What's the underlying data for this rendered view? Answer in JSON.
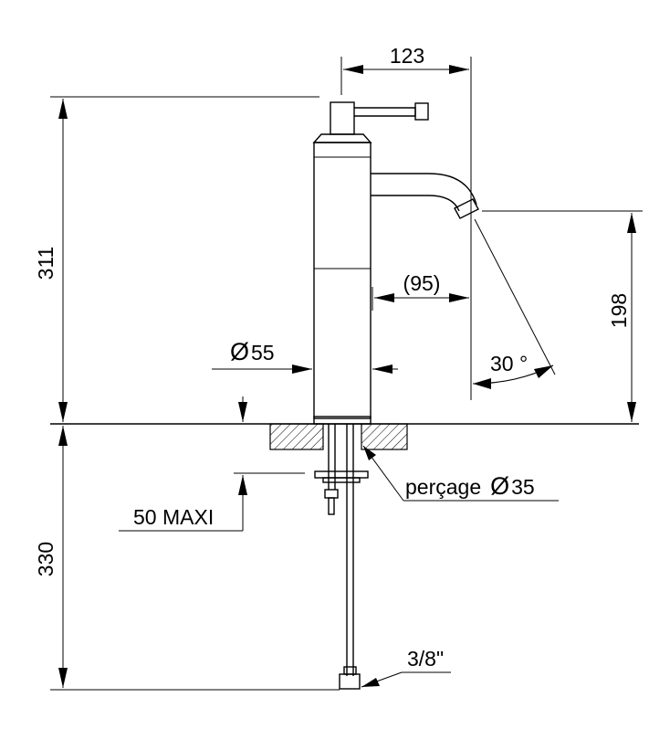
{
  "dimensions": {
    "spout_reach": "123",
    "total_height": "311",
    "spout_height": "198",
    "spout_gap": "(95)",
    "body_diameter_symbol": "Ø",
    "body_diameter": "55",
    "spout_angle": "30 °",
    "below_deck_length": "330",
    "max_deck_thickness": "50 MAXI"
  },
  "notes": {
    "drilling_label": "perçage",
    "drilling_symbol": "Ø",
    "drilling_diameter": "35",
    "connection_thread": "3/8\""
  }
}
